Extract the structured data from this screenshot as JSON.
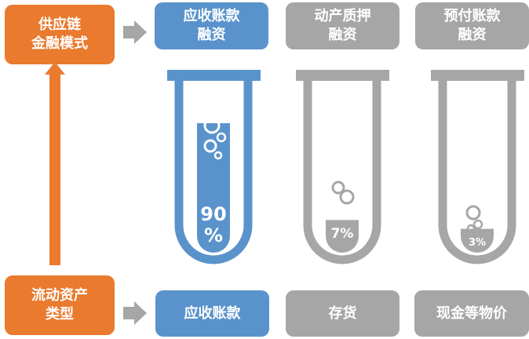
{
  "left_column": {
    "top_box": {
      "lines": [
        "供应链",
        "金融模式"
      ]
    },
    "bottom_box": {
      "lines": [
        "流动资产",
        "类型"
      ]
    }
  },
  "financing_boxes": [
    {
      "lines": [
        "应收账款",
        "融资"
      ],
      "color": "#5a93cc"
    },
    {
      "lines": [
        "动产质押",
        "融资"
      ],
      "color": "#a6a6a6"
    },
    {
      "lines": [
        "预付账款",
        "融资"
      ],
      "color": "#a6a6a6"
    }
  ],
  "asset_boxes": [
    {
      "label": "应收账款",
      "color": "#5a93cc"
    },
    {
      "label": "存货",
      "color": "#a6a6a6"
    },
    {
      "label": "现金等物价",
      "color": "#a6a6a6"
    }
  ],
  "tubes": [
    {
      "percent_lines": [
        "90",
        "%"
      ],
      "fill_fraction": 0.9,
      "color": "#5a93cc"
    },
    {
      "percent_lines": [
        "7%"
      ],
      "fill_fraction": 0.07,
      "color": "#a6a6a6"
    },
    {
      "percent_lines": [
        "3%"
      ],
      "fill_fraction": 0.03,
      "color": "#a6a6a6"
    }
  ],
  "colors": {
    "orange": "#e97a2e",
    "blue": "#5a93cc",
    "gray": "#a6a6a6",
    "arrow_gray": "#a6a6a6"
  }
}
